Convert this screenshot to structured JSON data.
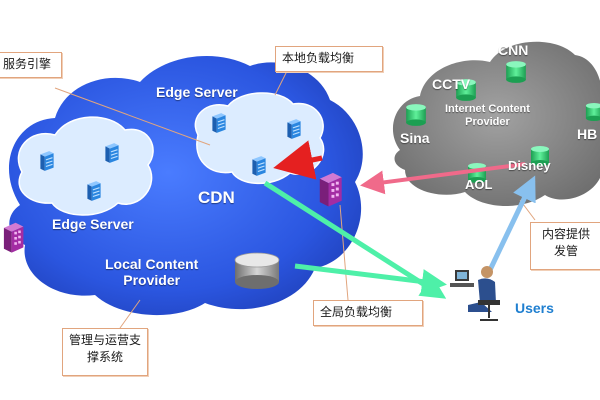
{
  "callouts": {
    "service_engine": "服务引擎",
    "local_lb": "本地负载均衡",
    "content_provide": "内容提供发管",
    "global_lb": "全局负载均衡",
    "mgmt_support": "管理与运营支撑系统"
  },
  "local_cloud": {
    "edge_server_top": "Edge Server",
    "edge_server_left": "Edge Server",
    "cdn": "CDN",
    "local_content_provider_l1": "Local Content",
    "local_content_provider_l2": "Provider"
  },
  "internet_cloud": {
    "cnn": "CNN",
    "cctv": "CCTV",
    "title_l1": "Internet Content",
    "title_l2": "Provider",
    "sina": "Sina",
    "hb": "HB",
    "disney": "Disney",
    "aol": "AOL"
  },
  "users": {
    "label": "Users"
  },
  "colors": {
    "local_cloud": "#2f5de8",
    "internet_cloud": "#8a8a8a",
    "server_cluster_cloud": "#ddeeff",
    "server_icon": "#2a7fd4",
    "db_icon": "#2fc06a",
    "arrow_red": "#e52020",
    "arrow_pink": "#f06a8a",
    "arrow_green": "#4ef0a8",
    "arrow_blue": "#88c0ee",
    "building_icon": "#a22aa2"
  },
  "icons": [
    "server-icon",
    "database-icon",
    "building-icon",
    "user-at-computer-icon",
    "cloud-icon"
  ]
}
